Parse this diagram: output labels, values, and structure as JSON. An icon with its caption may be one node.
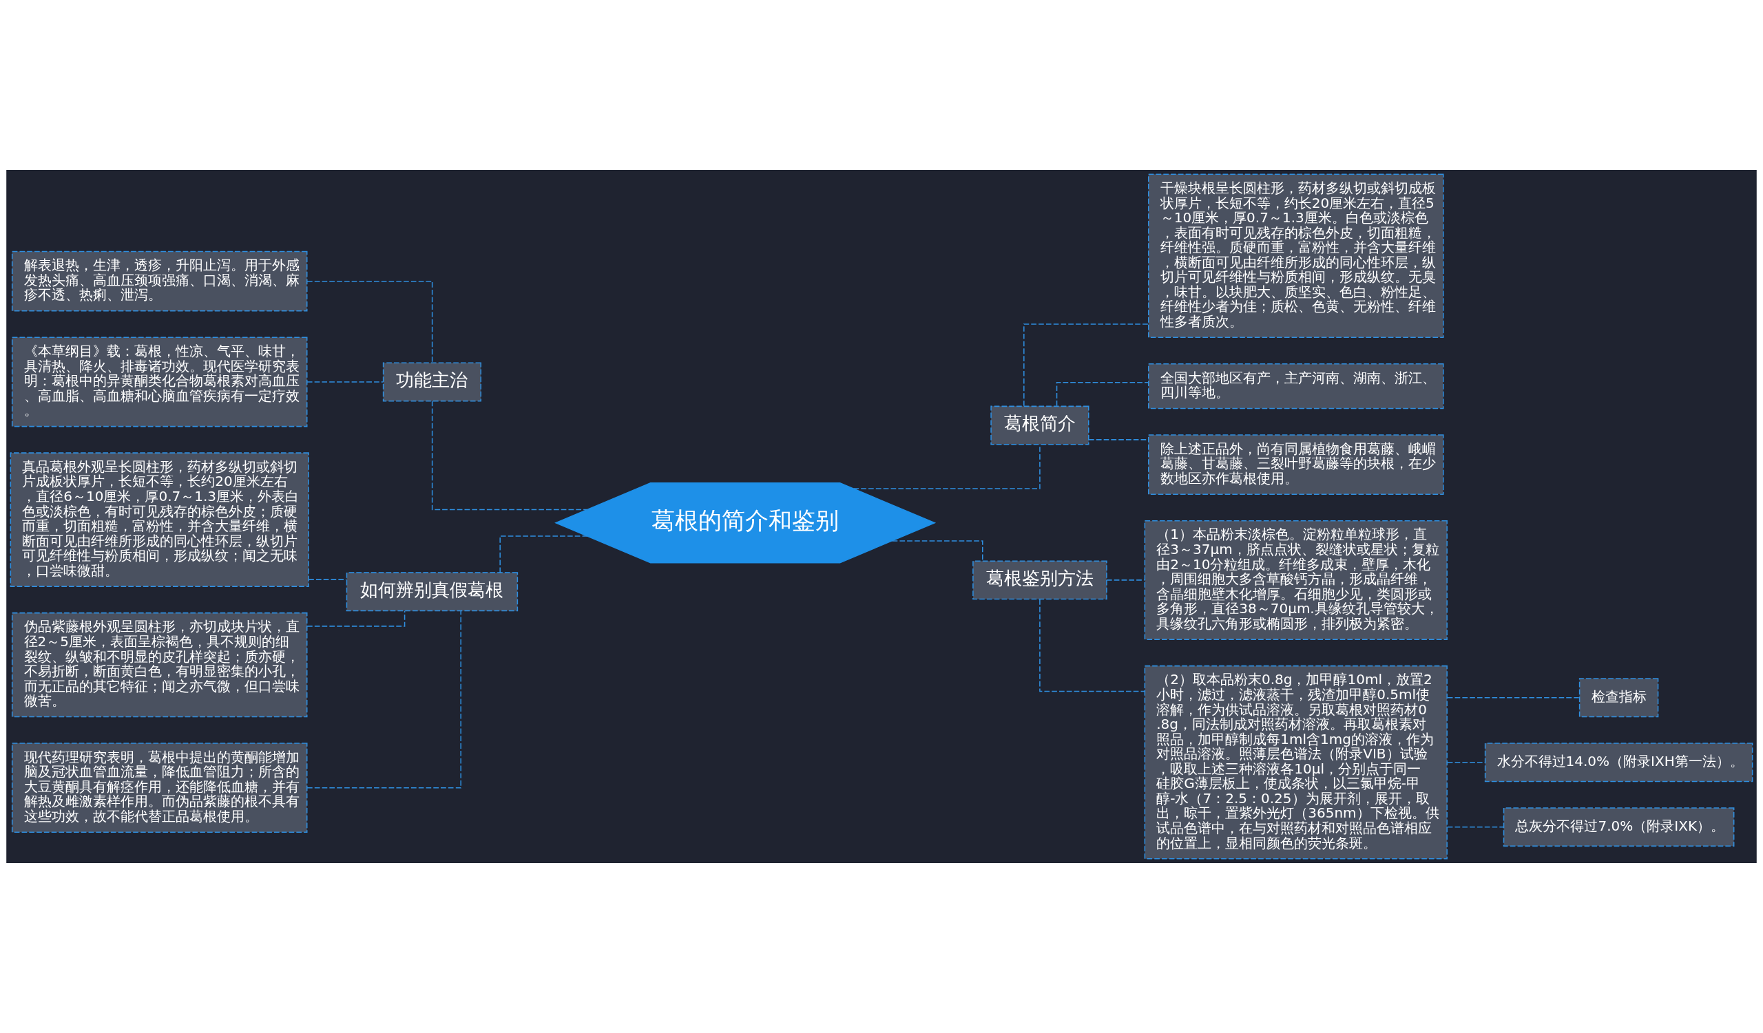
{
  "diagram": {
    "nodes": [
      {
        "text": [
          "葛根的简介和鉴别"
        ]
      },
      {
        "text": [
          "功能主治"
        ]
      },
      {
        "text": [
          "解表退热，生津，透疹，升阳止泻。用于外感发热头痛、高血压颈项强痛、口渴、消渴、麻疹不透、热痢、泄泻。"
        ]
      },
      {
        "text": [
          "《本草纲目》载：葛根，性凉、气平、味甘，具清热、降火、排毒诸功效。现代医学研究表明：葛根中的异黄酮类化合物葛根素对高血压、高血脂、高血糖和心脑血管疾病有一定疗效。"
        ]
      },
      {
        "text": [
          "如何辨别真假葛根"
        ]
      },
      {
        "text": [
          "真品葛根外观呈长圆柱形，药材多纵切或斜切片成板状厚片，长短不等，长约20厘米左右，直径6～10厘米，厚0.7～1.3厘米，外表白色或淡棕色，有时可见残存的棕色外皮；质硬而重，切面粗糙，富粉性，并含大量纤维，横断面可见由纤维所形成的同心性环层，纵切片可见纤维性与粉质相间，形成纵纹；闻之无味，口尝味微甜。"
        ]
      },
      {
        "text": [
          "伪品紫藤根外观呈圆柱形，亦切成块片状，直径2～5厘米，表面呈棕褐色，具不规则的细裂纹、纵皱和不明显的皮孔样突起；质亦硬，不易折断，断面黄白色，有明显密集的小孔，而无正品的其它特征；闻之亦气微，但口尝味微苦。"
        ]
      },
      {
        "text": [
          "现代药理研究表明，葛根中提出的黄酮能增加脑及冠状血管血流量，降低血管阻力；所含的大豆黄酮具有解痉作用，还能降低血糖，并有解热及雌激素样作用。而伪品紫藤的根不具有这些功效，故不能代替正品葛根使用。"
        ]
      },
      {
        "text": [
          "葛根简介"
        ]
      },
      {
        "text": [
          "干燥块根呈长圆柱形，药材多纵切或斜切成板状厚片，长短不等，约长20厘米左右，直径5～10厘米，厚0.7～1.3厘米。白色或淡棕色，表面有时可见残存的棕色外皮，切面粗糙，纤维性强。质硬而重，富粉性，并含大量纤维，横断面可见由纤维所形成的同心性环层，纵切片可见纤维性与粉质相间，形成纵纹。无臭，味甘。以块肥大、质坚实、色白、粉性足、纤维性少者为佳；质松、色黄、无粉性、纤维性多者质次。"
        ]
      },
      {
        "text": [
          "全国大部地区有产，主产河南、湖南、浙江、四川等地。"
        ]
      },
      {
        "text": [
          "除上述正品外，尚有同属植物食用葛藤、峨嵋葛藤、甘葛藤、三裂叶野葛藤等的块根，在少数地区亦作葛根使用。"
        ]
      },
      {
        "text": [
          "葛根鉴别方法"
        ]
      },
      {
        "text": [
          "（1）本品粉末淡棕色。淀粉粒单粒球形，直径3～37μm，脐点点状、裂缝状或星状；复粒由2～10分粒组成。纤维多成束，壁厚，木化，周围细胞大多含草酸钙方晶，形成晶纤维，含晶细胞壁木化增厚。石细胞少见，类圆形或多角形，直径38～70μm.具缘纹孔导管较大，具缘纹孔六角形或椭圆形，排列极为紧密。"
        ]
      },
      {
        "text": [
          "（2）取本品粉末0.8g，加甲醇10ml，放置2小时，滤过，滤液蒸干，残渣加甲醇0.5ml使溶解，作为供试品溶液。另取葛根对照药材0.8g，同法制成对照药材溶液。再取葛根素对照品，加甲醇制成每1ml含1mg的溶液，作为对照品溶液。照薄层色谱法（附录VIB）试验，吸取上述三种溶液各10μl，分别点于同一硅胶G薄层板上，使成条状，以三氯甲烷-甲醇-水（7：2.5：0.25）为展开剂，展开，取出，晾干，置紫外光灯（365nm）下检视。供试品色谱中，在与对照药材和对照品色谱相应的位置上，显相同颜色的荧光条斑。"
        ]
      },
      {
        "text": [
          "检查指标"
        ]
      },
      {
        "text": [
          "水分不得过14.0%（附录IXH第一法）。"
        ]
      },
      {
        "text": [
          "总灰分不得过7.0%（附录IXK）。"
        ]
      }
    ],
    "edges": [
      {
        "from": 0,
        "to": 1,
        "arrow": "none",
        "style": "dashed"
      },
      {
        "from": 1,
        "to": 2,
        "arrow": "none",
        "style": "dashed"
      },
      {
        "from": 1,
        "to": 3,
        "arrow": "none",
        "style": "dashed"
      },
      {
        "from": 0,
        "to": 4,
        "arrow": "none",
        "style": "dashed"
      },
      {
        "from": 4,
        "to": 5,
        "arrow": "none",
        "style": "dashed"
      },
      {
        "from": 4,
        "to": 6,
        "arrow": "none",
        "style": "dashed"
      },
      {
        "from": 4,
        "to": 7,
        "arrow": "none",
        "style": "dashed"
      },
      {
        "from": 0,
        "to": 8,
        "arrow": "none",
        "style": "dashed"
      },
      {
        "from": 8,
        "to": 9,
        "arrow": "none",
        "style": "dashed"
      },
      {
        "from": 8,
        "to": 10,
        "arrow": "none",
        "style": "dashed"
      },
      {
        "from": 8,
        "to": 11,
        "arrow": "none",
        "style": "dashed"
      },
      {
        "from": 0,
        "to": 12,
        "arrow": "none",
        "style": "dashed"
      },
      {
        "from": 12,
        "to": 13,
        "arrow": "none",
        "style": "dashed"
      },
      {
        "from": 12,
        "to": 14,
        "arrow": "none",
        "style": "dashed"
      },
      {
        "from": 14,
        "to": 15,
        "arrow": "none",
        "style": "dashed"
      },
      {
        "from": 14,
        "to": 16,
        "arrow": "none",
        "style": "dashed"
      },
      {
        "from": 14,
        "to": 17,
        "arrow": "none",
        "style": "dashed"
      }
    ]
  }
}
